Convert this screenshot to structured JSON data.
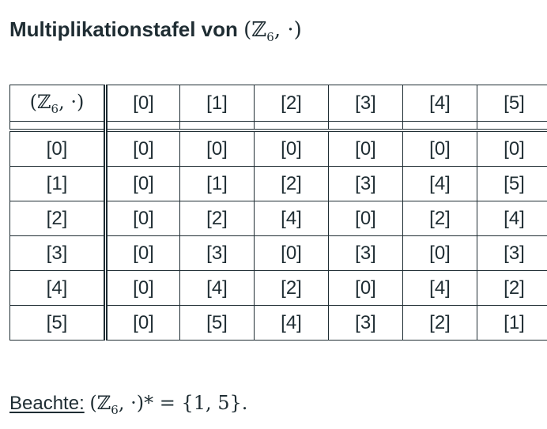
{
  "title": {
    "text": "Multiplikationstafel von",
    "math": "(ℤ",
    "sub": "6",
    "math_end": ", ·)"
  },
  "table": {
    "corner": {
      "math": "(ℤ",
      "sub": "6",
      "math_end": ", ·)"
    },
    "columns": [
      "[0]",
      "[1]",
      "[2]",
      "[3]",
      "[4]",
      "[5]"
    ],
    "rows": [
      {
        "label": "[0]",
        "cells": [
          "[0]",
          "[0]",
          "[0]",
          "[0]",
          "[0]",
          "[0]"
        ]
      },
      {
        "label": "[1]",
        "cells": [
          "[0]",
          "[1]",
          "[2]",
          "[3]",
          "[4]",
          "[5]"
        ]
      },
      {
        "label": "[2]",
        "cells": [
          "[0]",
          "[2]",
          "[4]",
          "[0]",
          "[2]",
          "[4]"
        ]
      },
      {
        "label": "[3]",
        "cells": [
          "[0]",
          "[3]",
          "[0]",
          "[3]",
          "[0]",
          "[3]"
        ]
      },
      {
        "label": "[4]",
        "cells": [
          "[0]",
          "[4]",
          "[2]",
          "[0]",
          "[4]",
          "[2]"
        ]
      },
      {
        "label": "[5]",
        "cells": [
          "[0]",
          "[5]",
          "[4]",
          "[3]",
          "[2]",
          "[1]"
        ]
      }
    ]
  },
  "note": {
    "label": "Beachte:",
    "math": "(ℤ",
    "sub": "6",
    "math_end": ", ·)* = {1, 5}."
  }
}
